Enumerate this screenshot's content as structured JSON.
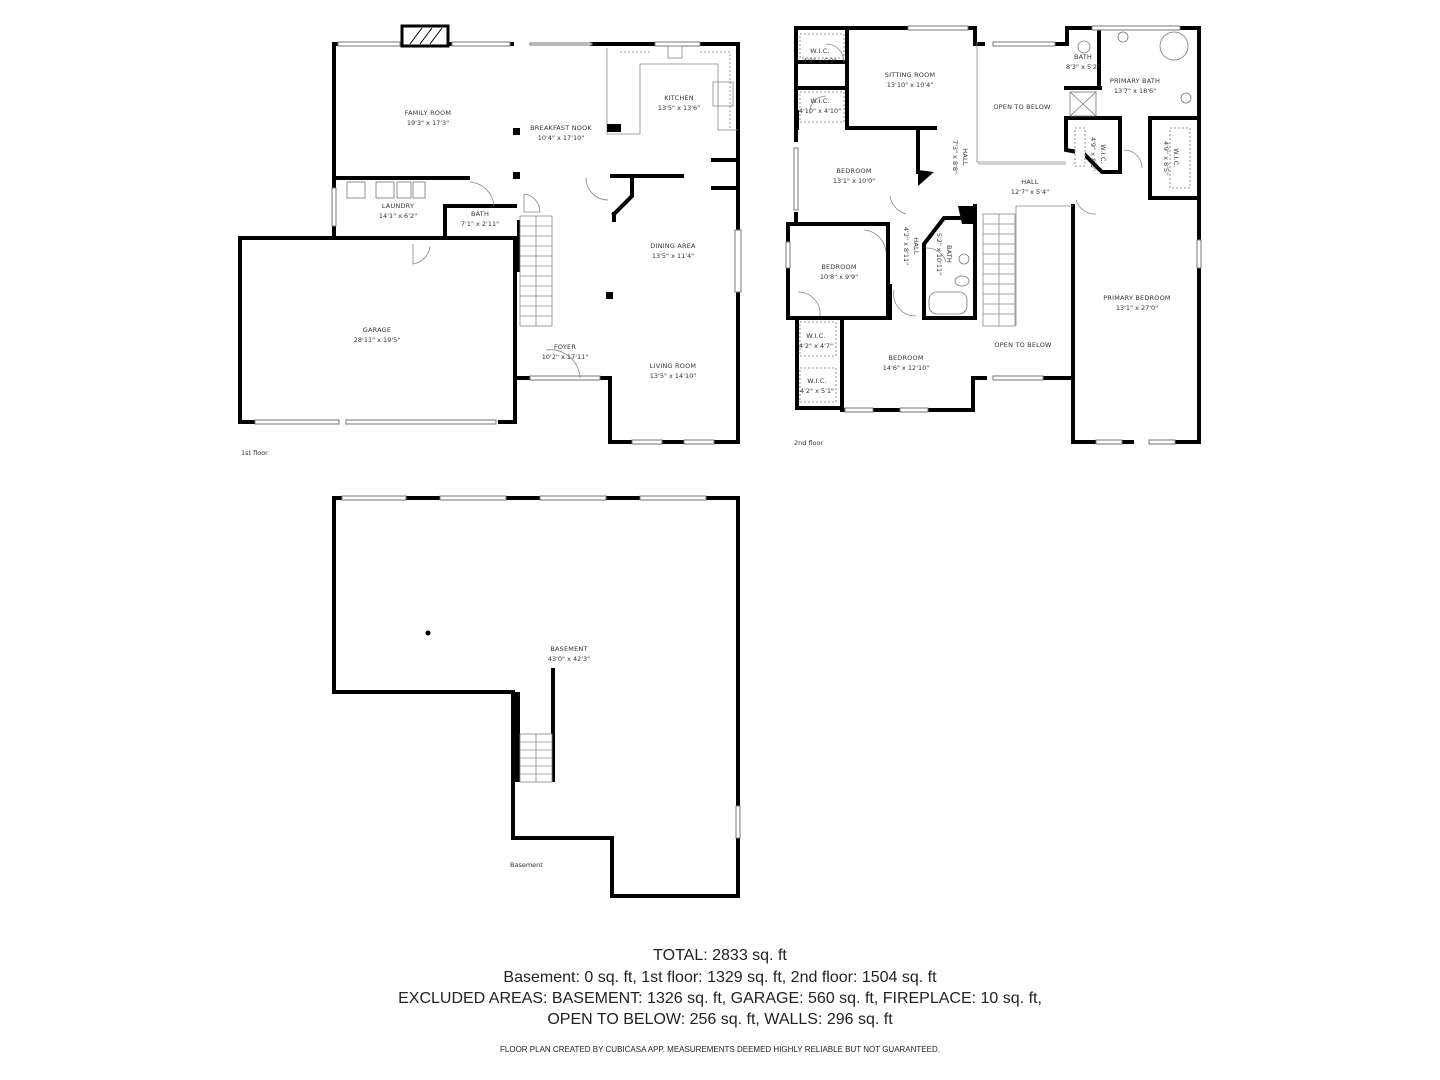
{
  "floors": [
    {
      "name": "1st floor",
      "rooms": [
        {
          "name": "FAMILY ROOM",
          "dims": "19'3\" x 17'3\""
        },
        {
          "name": "BREAKFAST NOOK",
          "dims": "10'4\" x 17'10\""
        },
        {
          "name": "KITCHEN",
          "dims": "13'5\" x 13'6\""
        },
        {
          "name": "LAUNDRY",
          "dims": "14'1\" x 6'2\""
        },
        {
          "name": "BATH",
          "dims": "7'1\" x 2'11\""
        },
        {
          "name": "DINING AREA",
          "dims": "13'5\" x 11'4\""
        },
        {
          "name": "GARAGE",
          "dims": "28'11\" x 19'5\""
        },
        {
          "name": "FOYER",
          "dims": "10'2\" x 17'11\""
        },
        {
          "name": "LIVING ROOM",
          "dims": "13'5\" x 14'10\""
        }
      ]
    },
    {
      "name": "2nd floor",
      "rooms": [
        {
          "name": "W.I.C.",
          "dims": "4'9\" x 5'2\""
        },
        {
          "name": "W.I.C.",
          "dims": "4'10\" x 4'10\""
        },
        {
          "name": "SITTING ROOM",
          "dims": "13'10\" x 10'4\""
        },
        {
          "name": "OPEN TO BELOW",
          "dims": ""
        },
        {
          "name": "BATH",
          "dims": "8'3\" x 5'2\""
        },
        {
          "name": "PRIMARY BATH",
          "dims": "13'7\" x 18'6\""
        },
        {
          "name": "W.I.C.",
          "dims": "4'9\" x 8'5\""
        },
        {
          "name": "W.I.C.",
          "dims": "4'9\" x 8'5\""
        },
        {
          "name": "BEDROOM",
          "dims": "13'1\" x 10'0\""
        },
        {
          "name": "HALL",
          "dims": "7'3\" x 8'8\""
        },
        {
          "name": "HALL",
          "dims": "12'7\" x 5'4\""
        },
        {
          "name": "HALL",
          "dims": "4'2\" x 8'11\""
        },
        {
          "name": "BATH",
          "dims": "5'2\" x 10'11\""
        },
        {
          "name": "BEDROOM",
          "dims": "10'8\" x 9'9\""
        },
        {
          "name": "PRIMARY BEDROOM",
          "dims": "13'1\" x 27'0\""
        },
        {
          "name": "OPEN TO BELOW",
          "dims": ""
        },
        {
          "name": "W.I.C.",
          "dims": "4'2\" x 4'7\""
        },
        {
          "name": "BEDROOM",
          "dims": "14'6\" x 12'10\""
        },
        {
          "name": "W.I.C.",
          "dims": "4'2\" x 5'1\""
        }
      ]
    },
    {
      "name": "Basement",
      "rooms": [
        {
          "name": "BASEMENT",
          "dims": "43'0\" x 42'3\""
        }
      ]
    }
  ],
  "summary": {
    "total": "TOTAL: 2833 sq. ft",
    "line1": "Basement: 0 sq. ft, 1st floor: 1329 sq. ft, 2nd floor: 1504 sq. ft",
    "line2": "EXCLUDED AREAS: BASEMENT: 1326 sq. ft, GARAGE: 560 sq. ft, FIREPLACE: 10 sq. ft,",
    "line3": "OPEN TO BELOW: 256 sq. ft, WALLS: 296 sq. ft"
  },
  "credit": "FLOOR PLAN CREATED BY CUBICASA APP. MEASUREMENTS DEEMED HIGHLY RELIABLE BUT NOT GUARANTEED.",
  "colors": {
    "wall": "#000000",
    "thin": "#888888",
    "text": "#333333",
    "background": "#ffffff"
  }
}
